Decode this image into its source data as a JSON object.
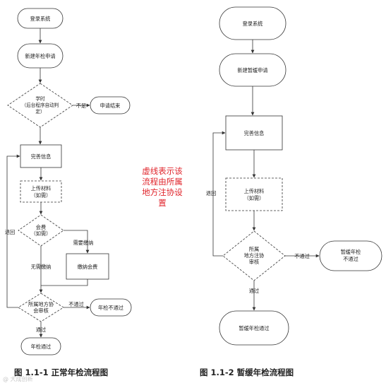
{
  "left_flow": {
    "login": "登录系统",
    "new_app": "新建年检申请",
    "time_check": [
      "学时",
      "（后台程序自动判",
      "定）"
    ],
    "apply_end": "申请结束",
    "insufficient": "不足",
    "complete_info": "完善信息",
    "upload": [
      "上传材料",
      "（如需）"
    ],
    "fee": [
      "会费",
      "（如需）"
    ],
    "need_pay": "需要缴纳",
    "no_pay": "无需缴纳",
    "pay_fee": "缴纳会费",
    "review": [
      "所属地方协",
      "会审核"
    ],
    "fail": "不通过",
    "annual_fail": "年检不通过",
    "pass": "通过",
    "annual_pass": "年检通过",
    "return": "退回"
  },
  "right_flow": {
    "login": "登录系统",
    "new_app": "新建暂缓申请",
    "complete_info": "完善信息",
    "upload": [
      "上传材料",
      "（如需）"
    ],
    "review": [
      "所属",
      "地方注协",
      "审核"
    ],
    "fail": "不通过",
    "defer_fail": [
      "暂缓年检",
      "不通过"
    ],
    "pass": "通过",
    "defer_pass": "暂缓年检通过",
    "return": "退回"
  },
  "note": [
    "虚线表示该",
    "流程由所属",
    "地方注协设",
    "置"
  ],
  "captions": {
    "left": "图  1.1-1  正常年检流程图",
    "right": "图  1.1-2  暂缓年检流程图"
  },
  "watermark": "@ 大成创新"
}
